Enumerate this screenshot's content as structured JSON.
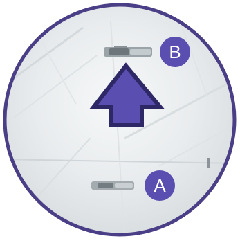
{
  "callouts": {
    "top": {
      "label": "B"
    },
    "bottom": {
      "label": "A"
    }
  },
  "arrow": {
    "direction": "up",
    "icon": "up-arrow-icon"
  },
  "colors": {
    "accent": "#5a4eb0",
    "ring": "#4a3f86",
    "fabric": "#eaedef",
    "corner_background": "#ffffff"
  }
}
